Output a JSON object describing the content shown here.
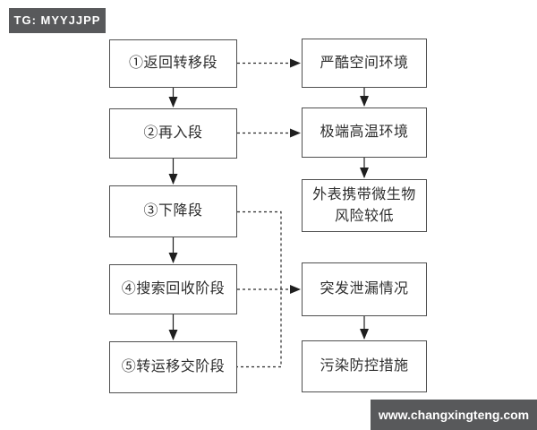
{
  "badge": {
    "text": "TG: MYYJJPP"
  },
  "watermark": {
    "text": "www.changxingteng.com"
  },
  "colors": {
    "badge_bg": "#58595B",
    "watermark_bg": "#58595B",
    "box_border": "#4F4F4F",
    "arrow": "#1F1F1F",
    "text": "#2E2E2E",
    "background": "#FFFFFF"
  },
  "flowchart": {
    "left_nodes": [
      {
        "id": "return-transfer",
        "label": "①返回转移段"
      },
      {
        "id": "reentry",
        "label": "②再入段"
      },
      {
        "id": "descent",
        "label": "③下降段"
      },
      {
        "id": "search-recovery",
        "label": "④搜索回收阶段"
      },
      {
        "id": "transport-handover",
        "label": "⑤转运移交阶段"
      }
    ],
    "right_nodes": [
      {
        "id": "harsh-space-env",
        "label": "严酷空间环境"
      },
      {
        "id": "extreme-heat-env",
        "label": "极端高温环境"
      },
      {
        "id": "microbe-risk-low",
        "label": "外表携带微生物风险较低"
      },
      {
        "id": "sudden-leak",
        "label": "突发泄漏情况"
      },
      {
        "id": "pollution-control",
        "label": "污染防控措施"
      }
    ],
    "edges": [
      {
        "from": "return-transfer",
        "to": "reentry",
        "style": "solid-arrow"
      },
      {
        "from": "reentry",
        "to": "descent",
        "style": "solid-arrow"
      },
      {
        "from": "descent",
        "to": "search-recovery",
        "style": "solid-arrow"
      },
      {
        "from": "search-recovery",
        "to": "transport-handover",
        "style": "solid-arrow"
      },
      {
        "from": "return-transfer",
        "to": "harsh-space-env",
        "style": "dashed-arrow"
      },
      {
        "from": "reentry",
        "to": "extreme-heat-env",
        "style": "dashed-arrow"
      },
      {
        "from": "harsh-space-env",
        "to": "extreme-heat-env",
        "style": "solid-arrow"
      },
      {
        "from": "extreme-heat-env",
        "to": "microbe-risk-low",
        "style": "solid-arrow"
      },
      {
        "from": "descent",
        "to": "sudden-leak",
        "style": "dashed-arrow"
      },
      {
        "from": "search-recovery",
        "to": "sudden-leak",
        "style": "dashed-arrow"
      },
      {
        "from": "transport-handover",
        "to": "sudden-leak",
        "style": "dashed-arrow"
      },
      {
        "from": "sudden-leak",
        "to": "pollution-control",
        "style": "solid-arrow"
      }
    ]
  }
}
